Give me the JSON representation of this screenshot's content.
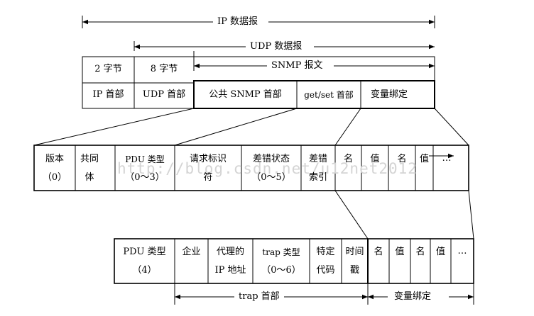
{
  "top": {
    "ip_packet": "IP 数据报",
    "udp_packet": "UDP 数据报",
    "snmp_message": "SNMP 报文",
    "bytes2": "2 字节",
    "bytes8": "8 字节",
    "ip_header": "IP 首部",
    "udp_header": "UDP 首部",
    "common_header": "公共 SNMP 首部",
    "getset_header": "get/set 首部",
    "var_binding": "变量绑定"
  },
  "middle": {
    "version": "版本",
    "version_value": "（0）",
    "community_1": "共同",
    "community_2": "体",
    "pdu_type": "PDU 类型",
    "pdu_type_range": "（0～3）",
    "request_id_1": "请求标识",
    "request_id_2": "符",
    "error_status": "差错状态",
    "error_status_range": "（0～5）",
    "error_index_1": "差错",
    "error_index_2": "索引",
    "name1": "名",
    "value1": "值",
    "name2": "名",
    "value2": "值",
    "ellipsis": "…"
  },
  "bottom": {
    "pdu_type": "PDU 类型",
    "pdu_type_value": "（4）",
    "enterprise": "企业",
    "agent_1": "代理的",
    "agent_2": "IP 地址",
    "trap_type": "trap 类型",
    "trap_type_range": "（0～6）",
    "specific_1": "特定",
    "specific_2": "代码",
    "timestamp_1": "时间",
    "timestamp_2": "戳",
    "name1": "名",
    "value1": "值",
    "name2": "名",
    "value2": "值",
    "ellipsis": "…",
    "trap_header": "trap 首部",
    "var_binding": "变量绑定"
  },
  "watermark": "http://blog.csdn.net/u12net2012"
}
